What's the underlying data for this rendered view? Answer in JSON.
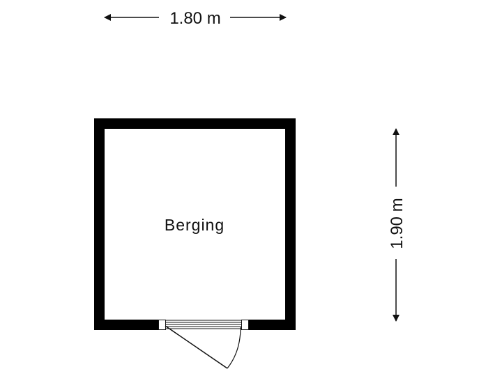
{
  "floorplan": {
    "room": {
      "name": "Berging"
    },
    "dimensions": {
      "width": "1.80 m",
      "height": "1.90 m"
    },
    "colors": {
      "wall": "#000000",
      "background": "#ffffff",
      "line": "#111111"
    }
  }
}
